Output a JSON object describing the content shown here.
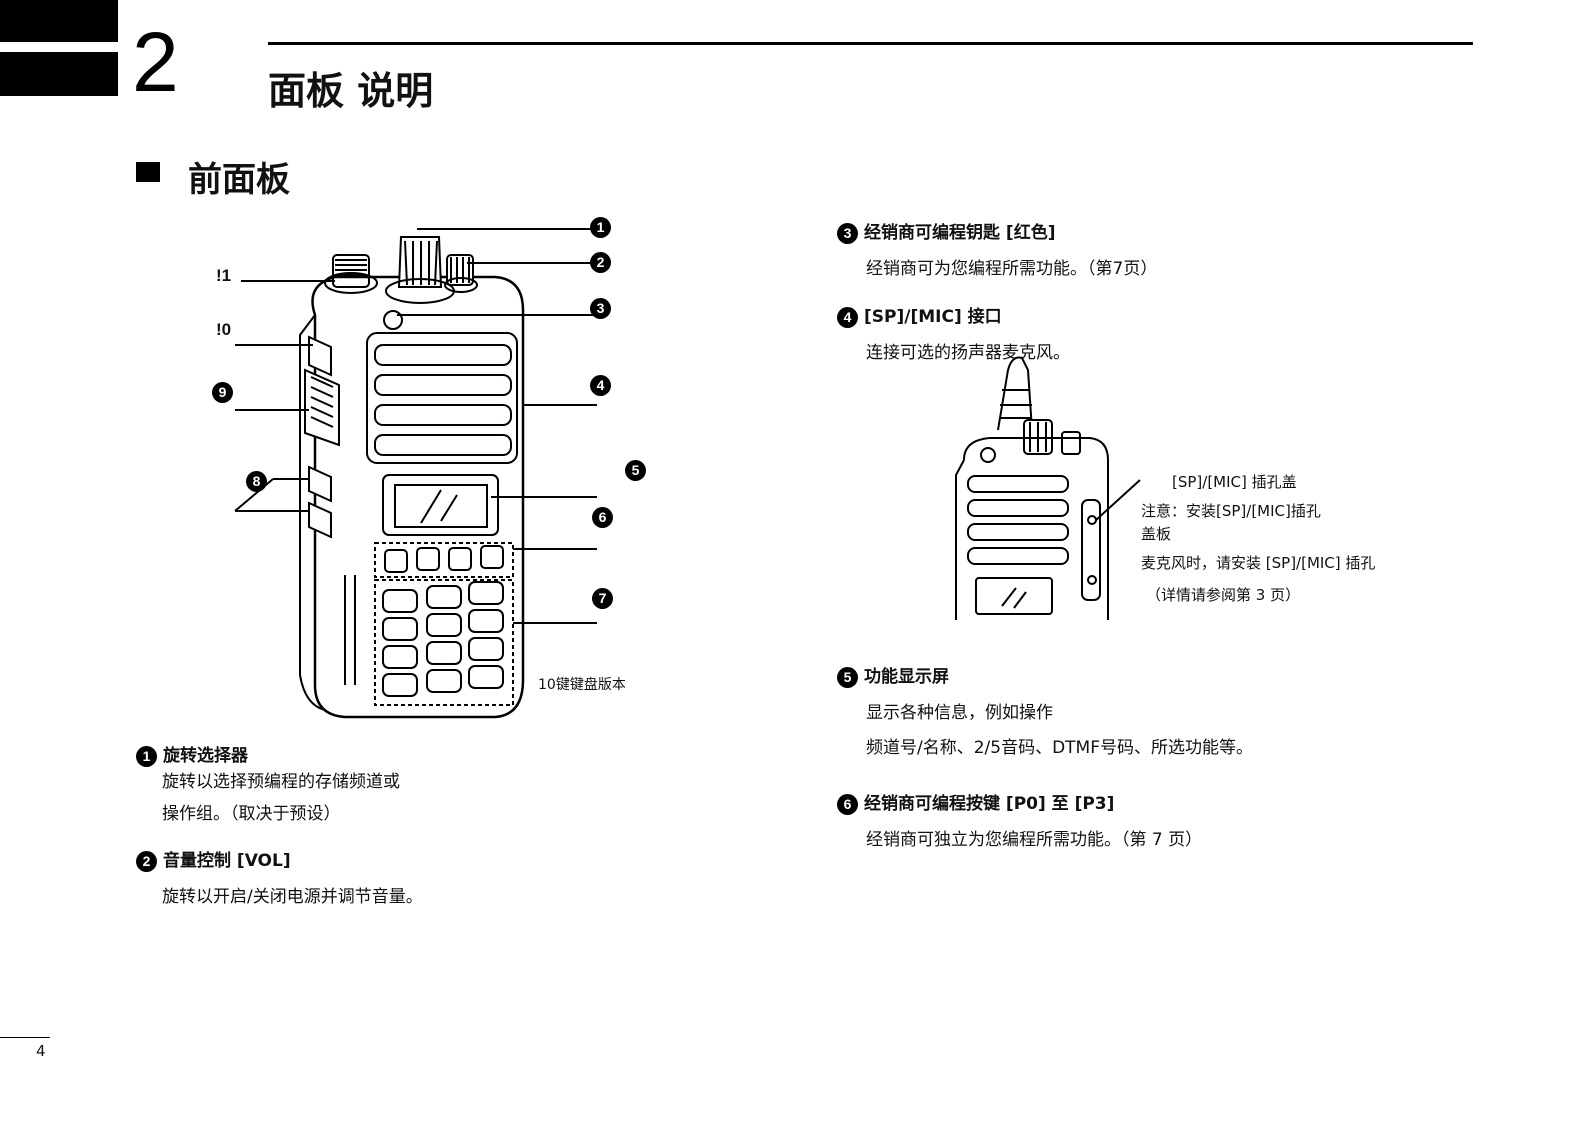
{
  "chapter": {
    "number": "2",
    "title": "面板 说明"
  },
  "section": {
    "title": "前面板"
  },
  "figure": {
    "caption": "10键键盘版本",
    "callouts": [
      "1",
      "2",
      "3",
      "4",
      "5",
      "6",
      "7",
      "8",
      "9"
    ],
    "side_marks": [
      "!1",
      "!0"
    ]
  },
  "items": [
    {
      "num": "1",
      "title": "旋转选择器",
      "lines": [
        "旋转以选择预编程的存储频道或",
        "操作组。（取决于预设）"
      ]
    },
    {
      "num": "2",
      "title": "音量控制 [VOL]",
      "lines": [
        "旋转以开启/关闭电源并调节音量。"
      ]
    },
    {
      "num": "3",
      "title": "经销商可编程钥匙 [红色]",
      "lines": [
        "经销商可为您编程所需功能。（第7页）"
      ]
    },
    {
      "num": "4",
      "title": "[SP]/[MIC] 接口",
      "lines": [
        "连接可选的扬声器麦克风。"
      ]
    },
    {
      "num": "5",
      "title": "功能显示屏",
      "lines": [
        "显示各种信息，例如操作",
        "频道号/名称、2/5音码、DTMF号码、所选功能等。"
      ]
    },
    {
      "num": "6",
      "title": "经销商可编程按键 [P0] 至 [P3]",
      "lines": [
        "经销商可独立为您编程所需功能。（第 7 页）"
      ]
    }
  ],
  "inset": {
    "label": "[SP]/[MIC] 插孔盖",
    "note_lines": [
      "注意：安装[SP]/[MIC]插孔",
      "盖板",
      "麦克风时，请安装 [SP]/[MIC] 插孔",
      "（详情请参阅第 3 页）"
    ]
  },
  "page_number": "4"
}
